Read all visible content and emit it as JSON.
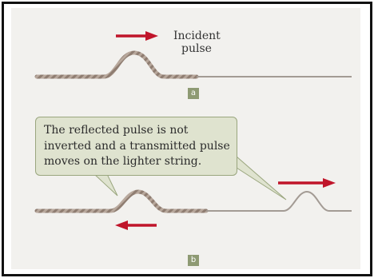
{
  "colors": {
    "arrow": "#c0152a",
    "heavy_string": "#a8968a",
    "light_string": "#a39b94",
    "callout_bg": "#dfe3cf",
    "badge": "#8e9a73"
  },
  "panel_a": {
    "arrow_icon": "right-arrow-icon",
    "label_line1": "Incident",
    "label_line2": "pulse",
    "badge": "a"
  },
  "panel_b": {
    "callout_line1": "The reflected pulse is not",
    "callout_line2": "inverted and a transmitted pulse",
    "callout_line3": "moves on the lighter string.",
    "badge": "b"
  }
}
